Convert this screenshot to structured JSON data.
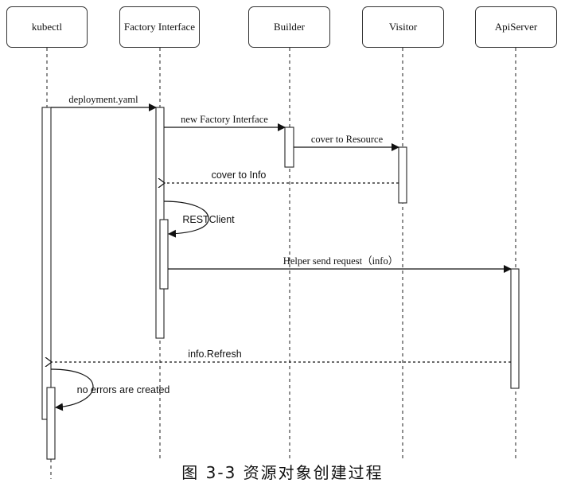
{
  "participants": [
    {
      "id": "kubectl",
      "label": "kubectl"
    },
    {
      "id": "factory",
      "label": "Factory Interface"
    },
    {
      "id": "builder",
      "label": "Builder"
    },
    {
      "id": "visitor",
      "label": "Visitor"
    },
    {
      "id": "apiserver",
      "label": "ApiServer"
    }
  ],
  "messages": [
    {
      "from": "kubectl",
      "to": "factory",
      "label": "deployment.yaml",
      "style": "sync"
    },
    {
      "from": "factory",
      "to": "builder",
      "label": "new Factory Interface",
      "style": "sync"
    },
    {
      "from": "builder",
      "to": "visitor",
      "label": "cover to Resource",
      "style": "sync"
    },
    {
      "from": "visitor",
      "to": "factory",
      "label": "cover to Info",
      "style": "return"
    },
    {
      "from": "factory",
      "to": "factory",
      "label": "RESTClient",
      "style": "self"
    },
    {
      "from": "factory",
      "to": "apiserver",
      "label": "Helper send request（info）",
      "style": "sync"
    },
    {
      "from": "apiserver",
      "to": "kubectl",
      "label": "info.Refresh",
      "style": "return"
    },
    {
      "from": "kubectl",
      "to": "kubectl",
      "label": "no errors are created",
      "style": "self"
    }
  ],
  "caption": "图 3-3 资源对象创建过程",
  "colors": {
    "line": "#222222",
    "background": "#ffffff"
  }
}
